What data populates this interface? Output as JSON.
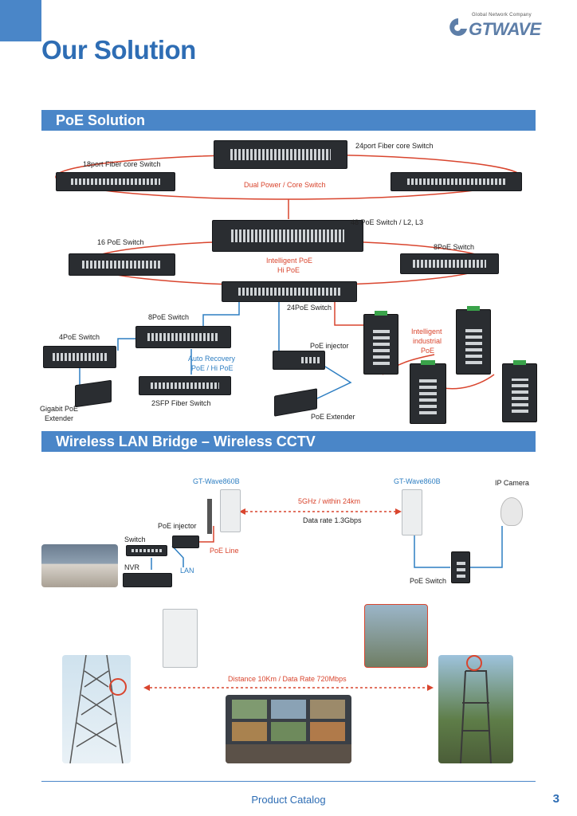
{
  "header": {
    "title": "Our Solution",
    "logo_tagline": "Global Network Company",
    "logo_word": "GTWAVE"
  },
  "poe": {
    "section_title": "PoE Solution",
    "labels": {
      "core24": "24port Fiber core Switch",
      "core18": "18port Fiber core Switch",
      "dual_power": "Dual Power / Core Switch",
      "sw48": "48 PoE Switch / L2, L3",
      "sw16": "16 PoE Switch",
      "sw8_right": "8PoE Switch",
      "intelligent_1": "Intelligent PoE",
      "intelligent_2": "Hi PoE",
      "sw24": "24PoE Switch",
      "sw8": "8PoE Switch",
      "sw4": "4PoE Switch",
      "auto_1": "Auto Recovery",
      "auto_2": "PoE / Hi PoE",
      "injector": "PoE injector",
      "ind_1": "Intelligent",
      "ind_2": "industrial",
      "ind_3": "PoE",
      "gig_1": "Gigabit PoE",
      "gig_2": "Extender",
      "sfp": "2SFP Fiber Switch",
      "extender": "PoE Extender"
    }
  },
  "wireless": {
    "section_title": "Wireless LAN Bridge – Wireless CCTV",
    "labels": {
      "gt_left": "GT-Wave860B",
      "gt_right": "GT-Wave860B",
      "ip_camera": "IP Camera",
      "ghz": "5GHz / within 24km",
      "datarate": "Data rate 1.3Gbps",
      "poe_injector": "PoE injector",
      "switch": "Switch",
      "nvr": "NVR",
      "poe_line": "PoE Line",
      "lan": "LAN",
      "poe_switch": "PoE Switch",
      "distance": "Distance 10Km  / Data Rate 720Mbps"
    }
  },
  "footer": {
    "catalog": "Product Catalog",
    "page": "3"
  },
  "colors": {
    "accent": "#4a86c8",
    "title": "#2e6db4",
    "red_link": "#d9452e",
    "blue_link": "#2d7ec2"
  }
}
